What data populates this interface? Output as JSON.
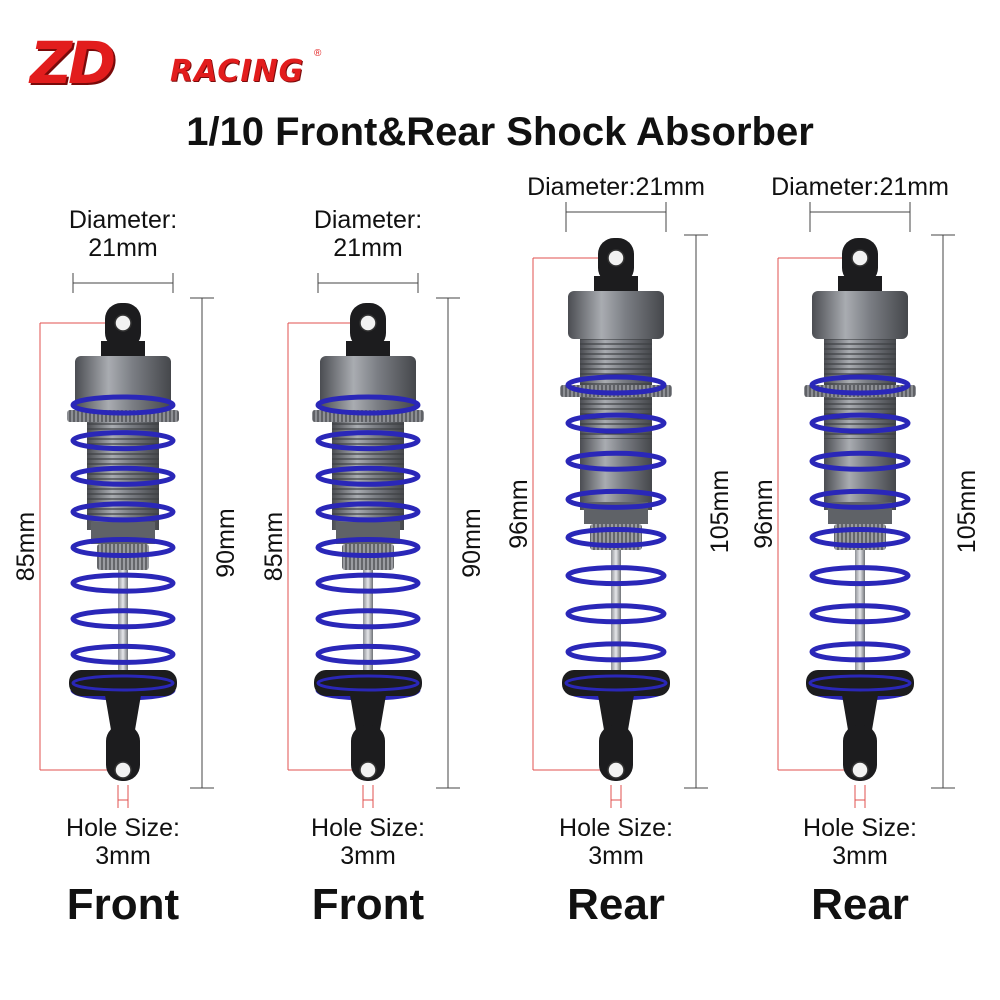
{
  "logo": {
    "primary": "ZD",
    "secondary": "RACING",
    "mark": "®"
  },
  "title": "1/10 Front&Rear Shock Absorber",
  "colors": {
    "logo_red": "#e21d1d",
    "spring_blue": "#2a27b8",
    "dim_line_red": "#e0514f",
    "body_gunmetal": "#6d7075"
  },
  "shocks": [
    {
      "diameter_line1": "Diameter:",
      "diameter_line2": "21mm",
      "eye_to_eye": "85mm",
      "overall": "90mm",
      "hole_line1": "Hole Size:",
      "hole_line2": "3mm",
      "position": "Front"
    },
    {
      "diameter_line1": "Diameter:",
      "diameter_line2": "21mm",
      "eye_to_eye": "85mm",
      "overall": "90mm",
      "hole_line1": "Hole Size:",
      "hole_line2": "3mm",
      "position": "Front"
    },
    {
      "diameter_line1": "Diameter:21mm",
      "diameter_line2": "",
      "eye_to_eye": "96mm",
      "overall": "105mm",
      "hole_line1": "Hole Size:",
      "hole_line2": "3mm",
      "position": "Rear"
    },
    {
      "diameter_line1": "Diameter:21mm",
      "diameter_line2": "",
      "eye_to_eye": "96mm",
      "overall": "105mm",
      "hole_line1": "Hole Size:",
      "hole_line2": "3mm",
      "position": "Rear"
    }
  ]
}
